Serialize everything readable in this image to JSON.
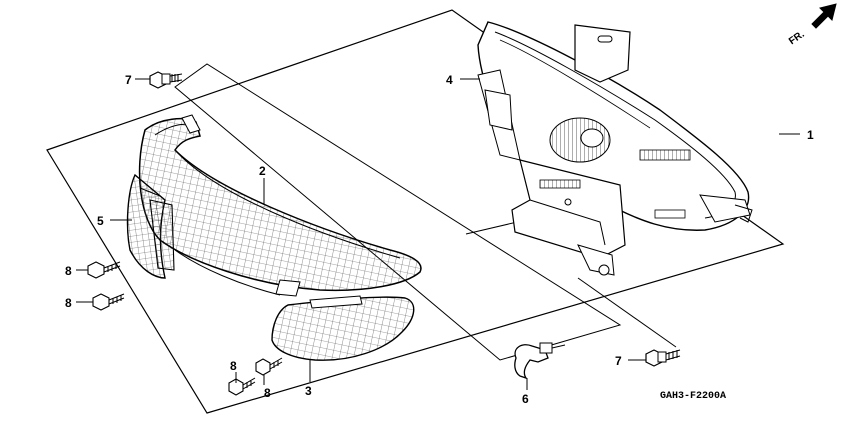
{
  "diagram": {
    "callouts": {
      "c1": "1",
      "c2": "2",
      "c3": "3",
      "c4": "4",
      "c5": "5",
      "c6": "6",
      "c7a": "7",
      "c7b": "7",
      "c8a": "8",
      "c8b": "8",
      "c8c": "8",
      "c8d": "8"
    },
    "direction_label": "FR.",
    "diagram_code": "GAH3-F2200A"
  }
}
